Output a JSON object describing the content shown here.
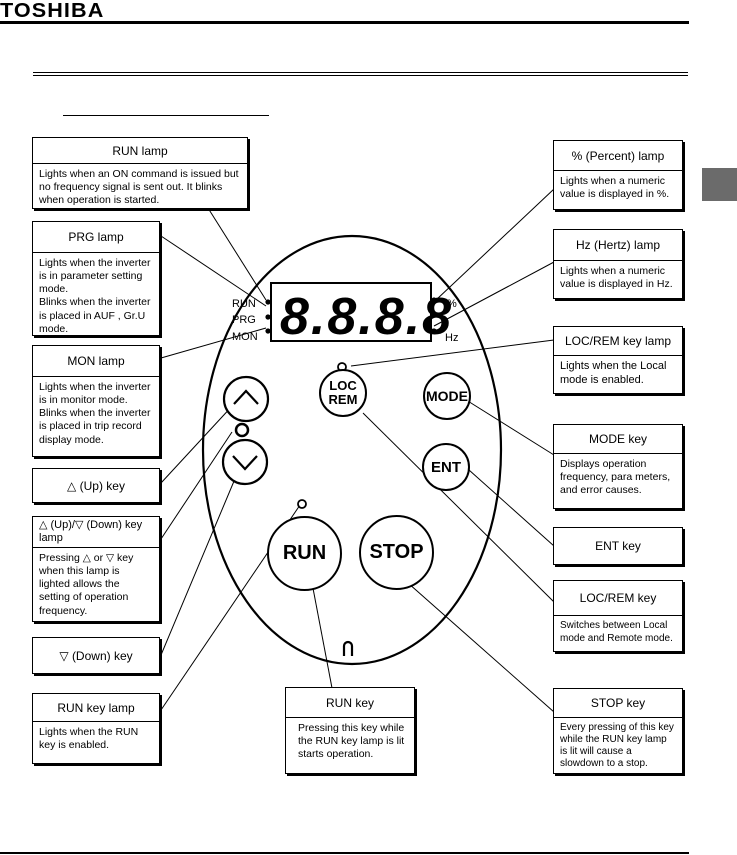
{
  "header": {
    "logo": "TOSHIBA"
  },
  "panel": {
    "lamps": {
      "run": "RUN",
      "prg": "PRG",
      "mon": "MON",
      "percent": "%",
      "hz": "Hz"
    },
    "display_digits": "8.8.8.8",
    "keys": {
      "up": "^",
      "down": "v",
      "loc": "LOC",
      "rem": "REM",
      "mode": "MODE",
      "ent": "ENT",
      "run": "RUN",
      "stop": "STOP"
    }
  },
  "callouts": {
    "run_lamp": {
      "title": "RUN lamp",
      "body": "Lights when an ON command is issued but no frequency signal is sent out. It blinks when operation is started."
    },
    "prg_lamp": {
      "title": "PRG lamp",
      "body": "Lights when the inverter is in parameter setting mode.\nBlinks when the inverter is placed in AUF , Gr.U mode."
    },
    "mon_lamp": {
      "title": "MON lamp",
      "body": "Lights when the inverter is in monitor mode.\nBlinks when the inverter is placed in trip record display mode."
    },
    "up_key": {
      "title": "△ (Up) key"
    },
    "updown_lamp": {
      "title": "△ (Up)/▽ (Down) key lamp",
      "body": "Pressing △ or ▽ key when this lamp is lighted allows the setting of operation frequency."
    },
    "down_key": {
      "title": "▽ (Down) key"
    },
    "run_key_lamp": {
      "title": "RUN key lamp",
      "body": "Lights when the RUN key is enabled."
    },
    "run_key": {
      "title": "RUN key",
      "body": "Pressing this key while the RUN key lamp is lit starts operation."
    },
    "percent_lamp": {
      "title": "% (Percent) lamp",
      "body": "Lights when a numeric value is displayed in %."
    },
    "hz_lamp": {
      "title": "Hz (Hertz) lamp",
      "body": "Lights when a numeric value is displayed in Hz."
    },
    "locrem_lamp": {
      "title": "LOC/REM key lamp",
      "body": "Lights when the Local mode is enabled."
    },
    "mode_key": {
      "title": "MODE key",
      "body": "Displays operation frequency, para meters, and error causes."
    },
    "ent_key": {
      "title": "ENT key"
    },
    "locrem_key": {
      "title": "LOC/REM key",
      "body": "Switches between Local mode and Remote mode."
    },
    "stop_key": {
      "title": "STOP key",
      "body": "Every pressing of this key while the RUN key lamp is lit will cause a slowdown to a stop."
    }
  }
}
